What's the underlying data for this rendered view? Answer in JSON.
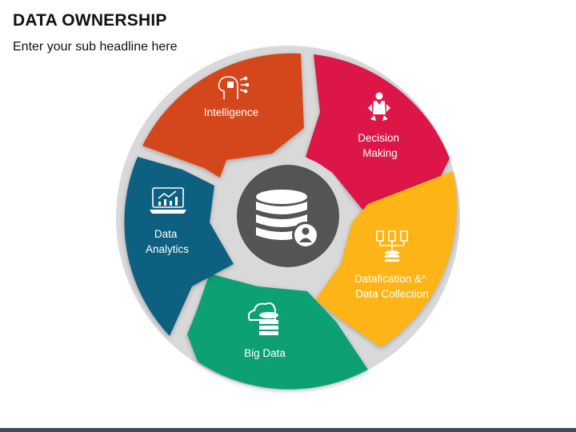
{
  "header": {
    "title": "DATA OWNERSHIP",
    "subtitle": "Enter your sub headline here"
  },
  "segments": [
    {
      "id": "intelligence",
      "lines": [
        "Intelligence"
      ],
      "color": "#d4461a",
      "icon": "brain-chip-icon"
    },
    {
      "id": "decision-making",
      "lines": [
        "Decision",
        "Making"
      ],
      "color": "#dc1447",
      "icon": "decision-person-icon"
    },
    {
      "id": "datafication",
      "lines": [
        "Datafication &^",
        "Data Collection"
      ],
      "color": "#fcb412",
      "icon": "data-collection-icon"
    },
    {
      "id": "big-data",
      "lines": [
        "Big Data"
      ],
      "color": "#0aa074",
      "icon": "cloud-database-icon"
    },
    {
      "id": "data-analytics",
      "lines": [
        "Data",
        "Analytics"
      ],
      "color": "#0d6080",
      "icon": "analytics-laptop-icon"
    }
  ],
  "center": {
    "color": "#545454",
    "icon": "database-user-icon"
  }
}
